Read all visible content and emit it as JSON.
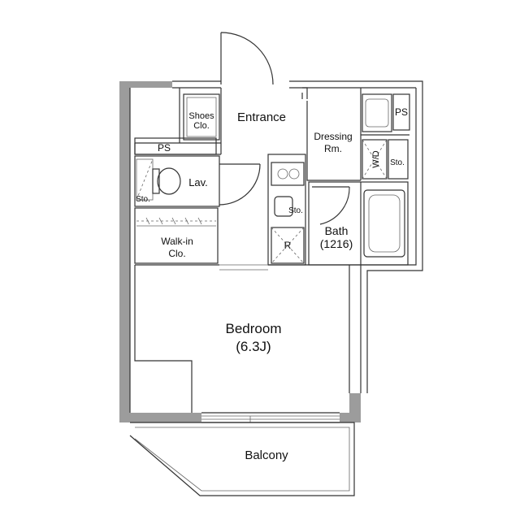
{
  "rooms": {
    "shoes": "Shoes",
    "shoes2": "Clo.",
    "entrance": "Entrance",
    "ps_left": "PS",
    "lav": "Lav.",
    "sto_lav": "Sto.",
    "walkin": "Walk-in",
    "walkin2": "Clo.",
    "dressing": "Dressing",
    "dressing2": "Rm.",
    "ps_right": "PS",
    "wd": "W/D",
    "sto_right": "Sto.",
    "sto_kitchen": "Sto.",
    "fridge": "R",
    "bath": "Bath",
    "bath_size": "(1216)",
    "bedroom": "Bedroom",
    "bedroom_size": "(6.3J)",
    "balcony": "Balcony"
  }
}
